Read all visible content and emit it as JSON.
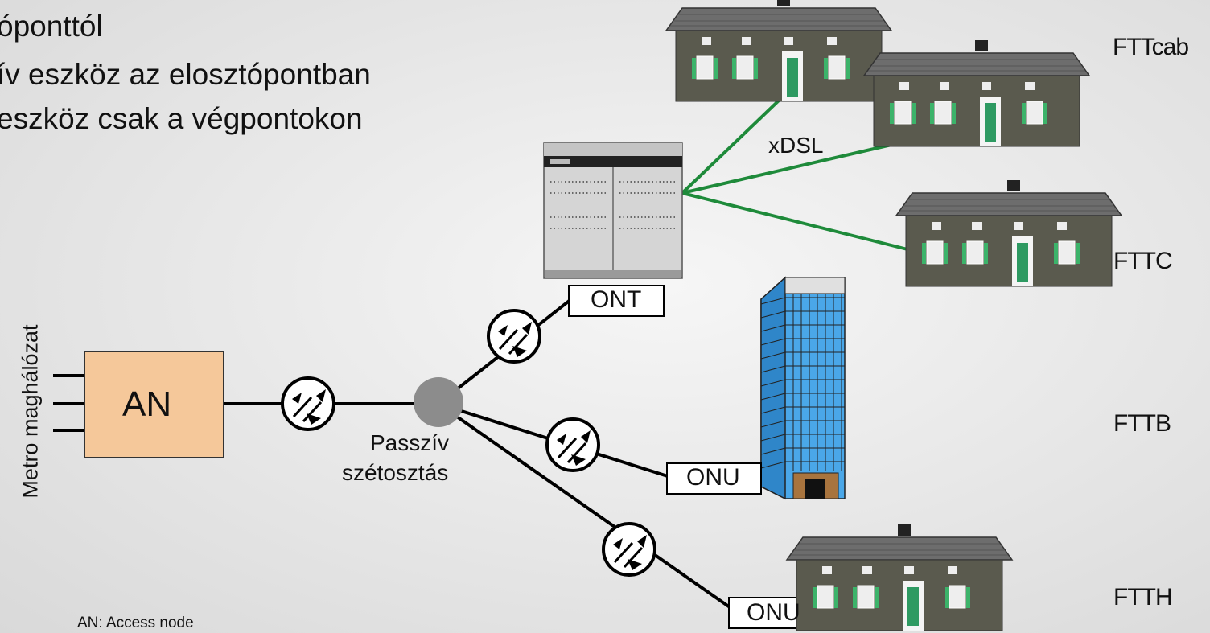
{
  "bullets": [
    "óponttól",
    "ív eszköz az elosztópontban",
    "eszköz csak a végpontokon"
  ],
  "labels": {
    "fttcab": "FTTcab",
    "fttc": "FTTC",
    "fttb": "FTTB",
    "ftth": "FTTH",
    "xdsl": "xDSL",
    "ont": "ONT",
    "onu_b": "ONU",
    "onu_h": "ONU",
    "an": "AN",
    "metro": "Metro maghálózat",
    "passive_line1": "Passzív",
    "passive_line2": "szétosztás",
    "footnote": "AN: Access node"
  },
  "colors": {
    "dsl_line": "#1e8a3a",
    "an_box": "#f5c89a",
    "splitter": "#8c8c8c",
    "house_wall": "#5a5a4e",
    "roof": "#6b6b6b",
    "building": "#4aa7e8"
  }
}
